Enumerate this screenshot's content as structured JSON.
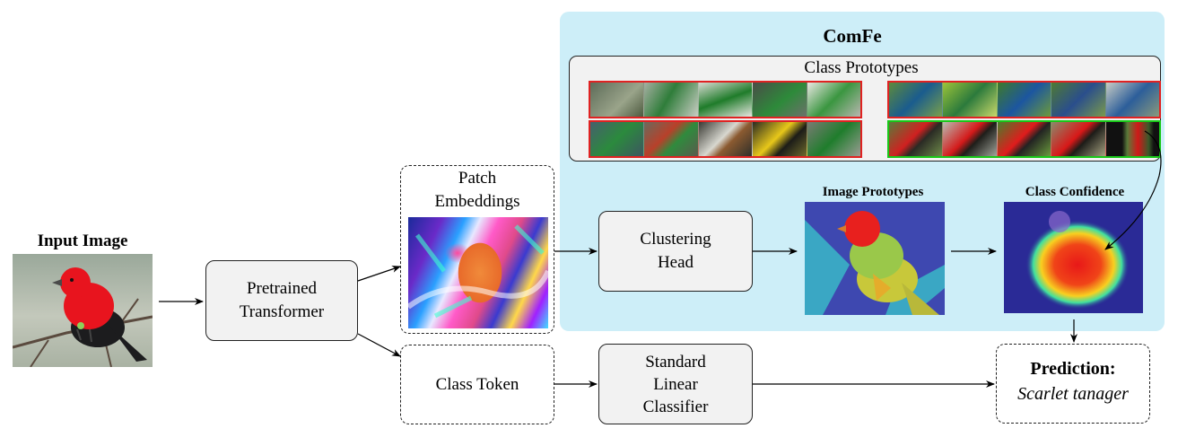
{
  "input": {
    "title": "Input Image"
  },
  "pretrained": {
    "line1": "Pretrained",
    "line2": "Transformer"
  },
  "patch": {
    "line1": "Patch",
    "line2": "Embeddings"
  },
  "class_token": {
    "label": "Class Token"
  },
  "comfe": {
    "title": "ComFe",
    "class_prototypes": "Class Prototypes",
    "clustering": {
      "line1": "Clustering",
      "line2": "Head"
    },
    "image_prototypes": "Image Prototypes",
    "class_confidence": "Class Confidence"
  },
  "classifier": {
    "line1": "Standard",
    "line2": "Linear",
    "line3": "Classifier"
  },
  "prediction": {
    "label": "Prediction:",
    "value": "Scarlet tanager"
  },
  "colors": {
    "panel_bg": "#cdeef8",
    "box_fill": "#f2f2f2",
    "prototype_red_frame": "#e02222",
    "prototype_green_frame": "#18c818",
    "bird_red": "#e8141e"
  }
}
